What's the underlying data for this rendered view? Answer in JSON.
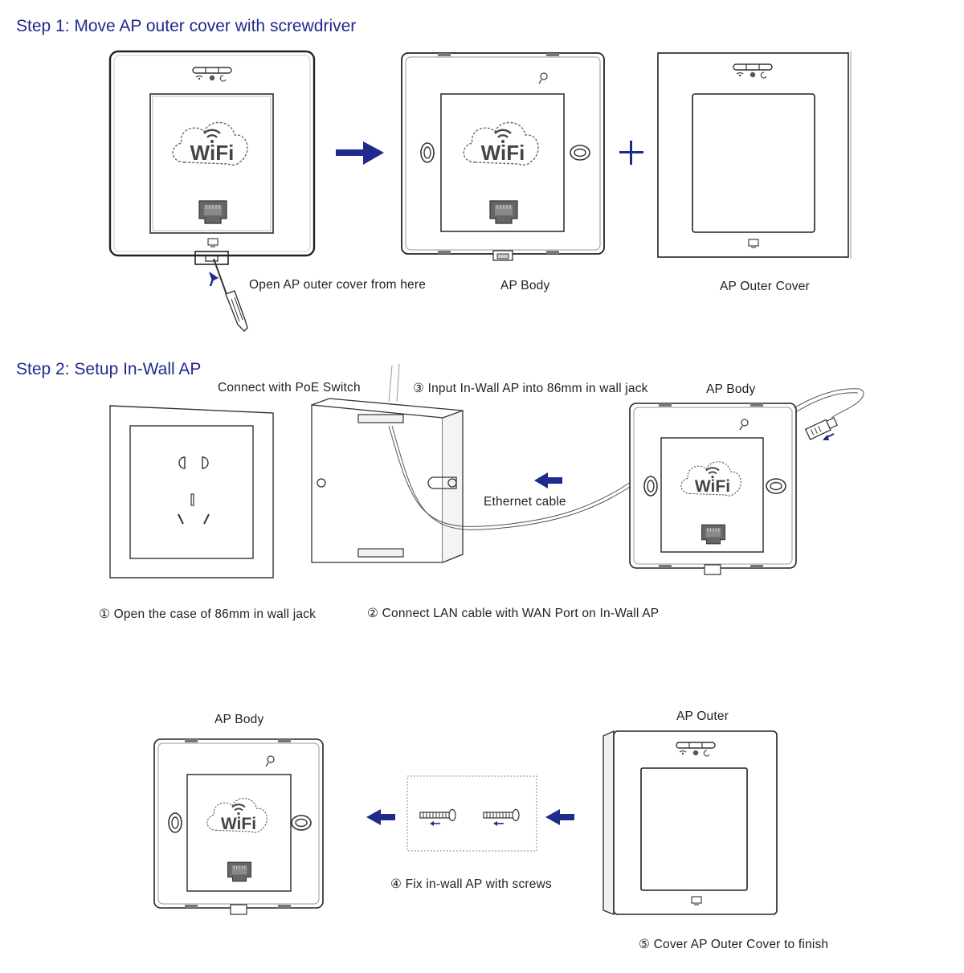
{
  "step1": {
    "title": "Step 1: Move AP outer cover with screwdriver",
    "labels": {
      "open_cover": "Open AP outer cover from here",
      "ap_body": "AP Body",
      "ap_outer_cover": "AP Outer Cover"
    },
    "device_text": "WiFi"
  },
  "step2": {
    "title": "Step 2: Setup In-Wall AP",
    "labels": {
      "poe_switch": "Connect with PoE Switch",
      "step3": "③ Input In-Wall AP into 86mm in wall jack",
      "ap_body": "AP Body",
      "ethernet_cable": "Ethernet cable",
      "step1": "① Open the case of 86mm in wall jack",
      "step2": "② Connect LAN cable with WAN Port on In-Wall AP"
    },
    "device_text": "WiFi"
  },
  "step3": {
    "labels": {
      "ap_body": "AP Body",
      "ap_outer": "AP Outer",
      "step4": "④ Fix in-wall AP with screws",
      "step5": "⑤ Cover AP Outer Cover to finish"
    },
    "device_text": "WiFi"
  },
  "colors": {
    "title": "#1f2a8c",
    "arrow": "#1f2a8c",
    "line": "#333333"
  },
  "icons": [
    "wifi-cloud-icon",
    "ethernet-port-icon",
    "arrow-right-icon",
    "arrow-left-icon",
    "plus-icon",
    "screwdriver-icon",
    "screw-icon",
    "power-socket-icon"
  ]
}
